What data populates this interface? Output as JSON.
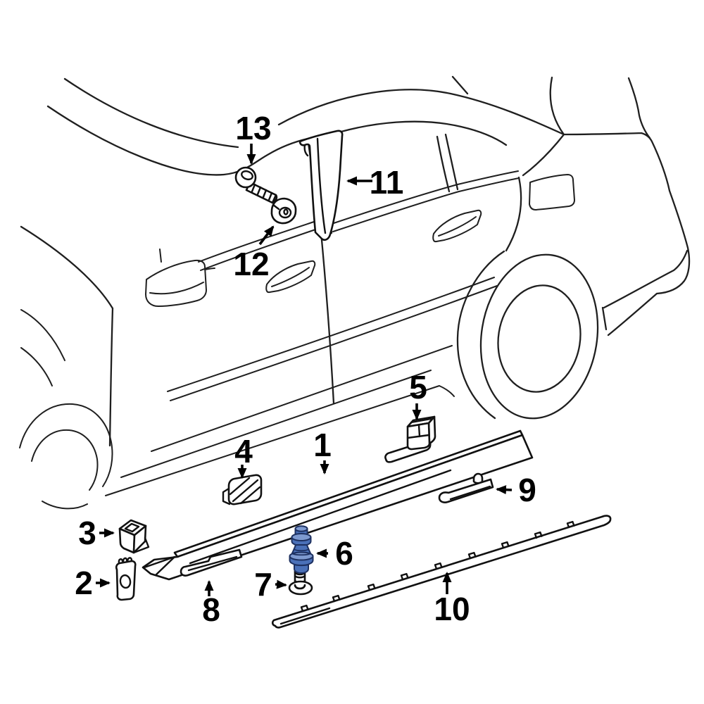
{
  "diagram": {
    "type": "exploded-parts-diagram",
    "background": "#ffffff",
    "line_color": "#1f1f1f",
    "callout_color": "#000000",
    "callouts": {
      "c1": {
        "label": "1"
      },
      "c2": {
        "label": "2"
      },
      "c3": {
        "label": "3"
      },
      "c4": {
        "label": "4"
      },
      "c5": {
        "label": "5"
      },
      "c6": {
        "label": "6"
      },
      "c7": {
        "label": "7"
      },
      "c8": {
        "label": "8"
      },
      "c9": {
        "label": "9"
      },
      "c10": {
        "label": "10"
      },
      "c11": {
        "label": "11"
      },
      "c12": {
        "label": "12"
      },
      "c13": {
        "label": "13"
      }
    },
    "highlighted_part": {
      "callout": "6",
      "fill": "#4a70b8",
      "fill_light": "#7e9ad0",
      "outline": "#1d3060"
    }
  }
}
